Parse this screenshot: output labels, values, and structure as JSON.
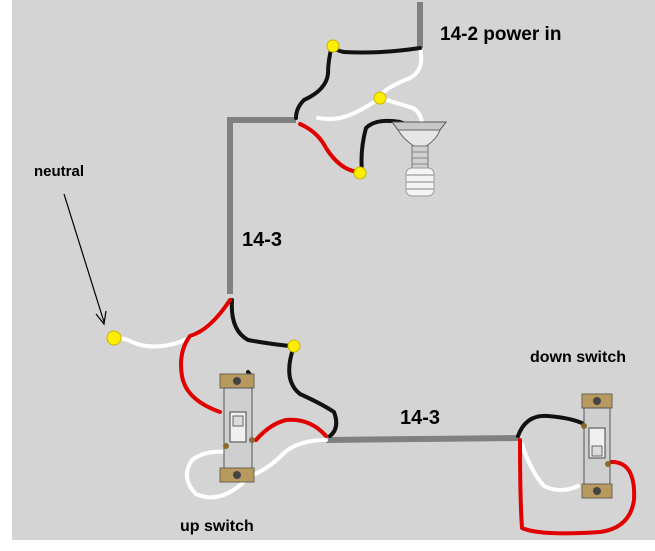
{
  "labels": {
    "power_in": "14-2 power in",
    "cable_upper": "14-3",
    "cable_lower": "14-3",
    "neutral": "neutral",
    "up_switch": "up switch",
    "down_switch": "down switch"
  },
  "colors": {
    "background": "#ffffff",
    "panel": "#d4d4d4",
    "sheath": "#808080",
    "black_wire": "#111111",
    "white_wire": "#ffffff",
    "red_wire": "#e00000",
    "wire_nut": "#ffee00"
  }
}
